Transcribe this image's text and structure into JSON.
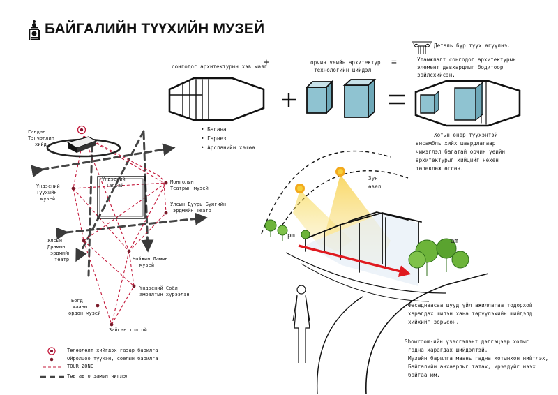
{
  "header": {
    "title": "БАЙГАЛИЙН ТҮҮХИЙН МУЗЕЙ"
  },
  "formula": {
    "classic_label": "сонгодог архитектурын хэв маяг",
    "plus": "+",
    "modern_label_1": "орчин үеийн архитектур",
    "modern_label_2": "технологийн шийдэл",
    "equals": "=",
    "note_1": "Деталь бүр түүх өгүүлнэ.",
    "note_2": "Уламжлалт сонгодог архитектурын",
    "note_3": "элемент давхардлыг бодитоор",
    "note_4": "зайлсхийсэн.",
    "bullets": [
      "Багана",
      "Гарнез",
      "Арсланийн хөшөө"
    ]
  },
  "ensemble": {
    "line_1": "Хотын өнөр түүхэнтэй",
    "line_2": "ансамбль хийх шаардлагаар",
    "line_3": "чимэглэл багатай орчин үеийн",
    "line_4": "архитектурыг хийцийг нөхөн",
    "line_5": "төлөвлөж өгсөн."
  },
  "sun": {
    "label_1": "Зун",
    "label_2": "өвөл",
    "am": "am",
    "pm": "pm"
  },
  "facade_note": {
    "line_1": "Фасаднаасаа шууд үйл ажиллагаа тодорхой",
    "line_2": "харагдах шилэн хана төрүүлэхийн шийдэлд",
    "line_3": "хийхийг зорьсон."
  },
  "showroom_note": {
    "line_1": "Showroom-ийн үзэсгэлэнт дэлгэцээр хотыг",
    "line_2": "гадна харагдах шийдэлтэй.",
    "line_3": "Музейн барилга маань гадна хотынхон нийтлэх,",
    "line_4": "Байгалийн анхаарлыг татах, ирээдүйг нээх",
    "line_5": "байгаа юм."
  },
  "map": {
    "labels": [
      "Гандан",
      "Тэгчэнлин",
      "хийд",
      "Үндэсний",
      "Түүхийн",
      "музей",
      "Үндэсний",
      "Талбай",
      "Монголын",
      "Театрын музей",
      "Улсын Дуурь Бүжгийн",
      "эрдмийн Театр",
      "Улсын",
      "Драмын",
      "эрдмийн",
      "театр",
      "Чойжин Ламын",
      "музей",
      "Үндэсний Соёл",
      "амралтын хүрээлэн",
      "Богд",
      "хааны",
      "ордон музей",
      "Зайсан толгой"
    ]
  },
  "legend": {
    "item_1": "Төлөвлөлт хийгдэх газар барилга",
    "item_2": "Ойролцоо түүхэн, соёлын барилга",
    "item_3": "TOUR ZONE",
    "item_4": "Төв авто замын чиглэл"
  },
  "colors": {
    "accent_red": "#c3183a",
    "arrow_red": "#e0191f",
    "glass_blue": "#8fc3d1",
    "tree_green": "#6db43a",
    "sun_yellow": "#f3c51c"
  }
}
